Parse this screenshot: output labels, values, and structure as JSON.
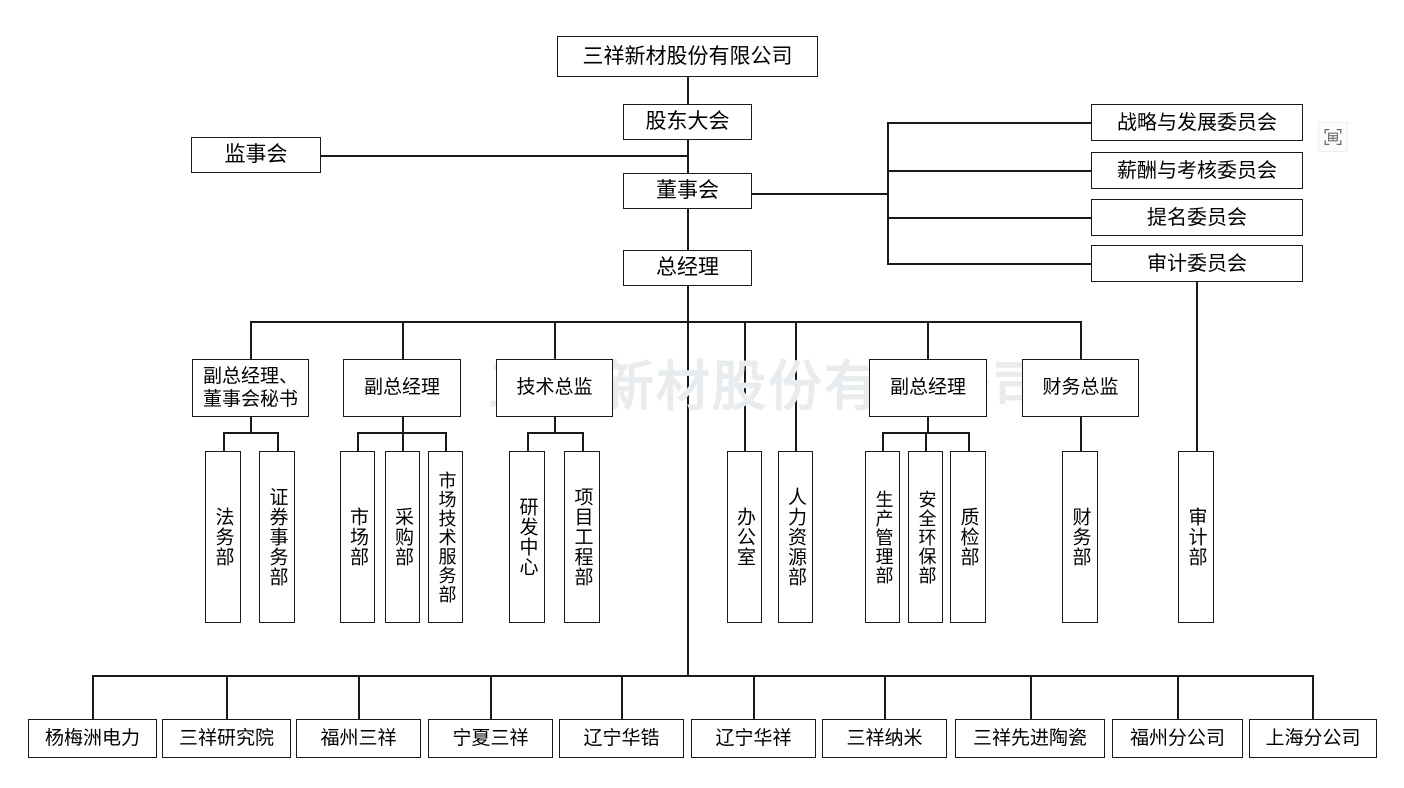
{
  "document": {
    "title": "三祥新材股份有限公司 组织结构图",
    "watermark_text": "三祥新材股份有限公司",
    "watermark_color": "#e9ecef",
    "line_color": "#1a1a1a",
    "background_color": "#ffffff"
  },
  "overlay": {
    "scan_icon": "table-scan-icon"
  },
  "nodes": {
    "company": "三祥新材股份有限公司",
    "shareholders_meeting": "股东大会",
    "supervisory_board": "监事会",
    "board_of_directors": "董事会",
    "general_manager": "总经理"
  },
  "committees": [
    {
      "label": "战略与发展委员会"
    },
    {
      "label": "薪酬与考核委员会"
    },
    {
      "label": "提名委员会"
    },
    {
      "label": "审计委员会"
    }
  ],
  "executives": [
    {
      "label": "副总经理、\n董事会秘书"
    },
    {
      "label": "副总经理"
    },
    {
      "label": "技术总监"
    },
    {
      "label": "副总经理"
    },
    {
      "label": "财务总监"
    }
  ],
  "executive_labels": {
    "vp_board_secretary_line1": "副总经理、",
    "vp_board_secretary_line2": "董事会秘书",
    "vp_marketing": "副总经理",
    "tech_director": "技术总监",
    "vp_production": "副总经理",
    "finance_director": "财务总监"
  },
  "departments": [
    {
      "label": "法务部"
    },
    {
      "label": "证券事务部"
    },
    {
      "label": "市场部"
    },
    {
      "label": "采购部"
    },
    {
      "label": "市场技术服务部"
    },
    {
      "label": "研发中心"
    },
    {
      "label": "项目工程部"
    },
    {
      "label": "办公室"
    },
    {
      "label": "人力资源部"
    },
    {
      "label": "生产管理部"
    },
    {
      "label": "安全环保部"
    },
    {
      "label": "质检部"
    },
    {
      "label": "财务部"
    },
    {
      "label": "审计部"
    }
  ],
  "subsidiaries": [
    {
      "label": "杨梅洲电力"
    },
    {
      "label": "三祥研究院"
    },
    {
      "label": "福州三祥"
    },
    {
      "label": "宁夏三祥"
    },
    {
      "label": "辽宁华锆"
    },
    {
      "label": "辽宁华祥"
    },
    {
      "label": "三祥纳米"
    },
    {
      "label": "三祥先进陶瓷"
    },
    {
      "label": "福州分公司"
    },
    {
      "label": "上海分公司"
    }
  ]
}
